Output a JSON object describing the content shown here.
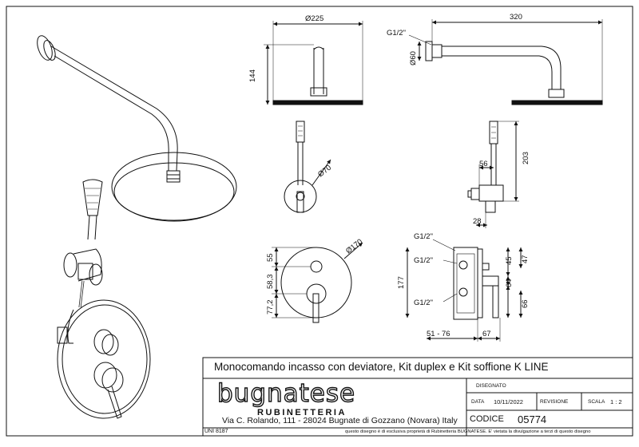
{
  "title_block": {
    "title": "Monocomando incasso con deviatore, Kit duplex e Kit soffione K LINE",
    "brand": "bugnatese",
    "brand_sub": "RUBINETTERIA",
    "address": "Via C. Rolando, 111 - 28024 Bugnate di Gozzano (Novara) Italy",
    "disegnato_label": "DISEGNATO",
    "data_label": "DATA",
    "data_value": "10/11/2022",
    "revisione_label": "REVISIONE",
    "scala_label": "SCALA",
    "scala_value": "1 : 2",
    "codice_label": "CODICE",
    "codice_value": "05774",
    "uni": "UNI 8187",
    "notice": "questo disegno è di esclusiva proprietà di Rubinetteria BUGNATESE. E' vietata la divulgazione a terzi di questo disegno"
  },
  "dimensions": {
    "d225": "Ø225",
    "d320": "320",
    "g12_top": "G1/2\"",
    "d60": "Ø60",
    "h144": "144",
    "d70": "Ø70",
    "w56": "56",
    "h203": "203",
    "w28": "28",
    "d170": "Ø170",
    "h55": "55",
    "h583": "58,3",
    "h772": "77,2",
    "h177": "177",
    "g12_a": "G1/2\"",
    "g12_b": "G1/2\"",
    "g12_c": "G1/2\"",
    "h45": "45",
    "h47": "47",
    "h64": "64",
    "h66": "66",
    "w5176": "51 - 76",
    "w67": "67"
  }
}
